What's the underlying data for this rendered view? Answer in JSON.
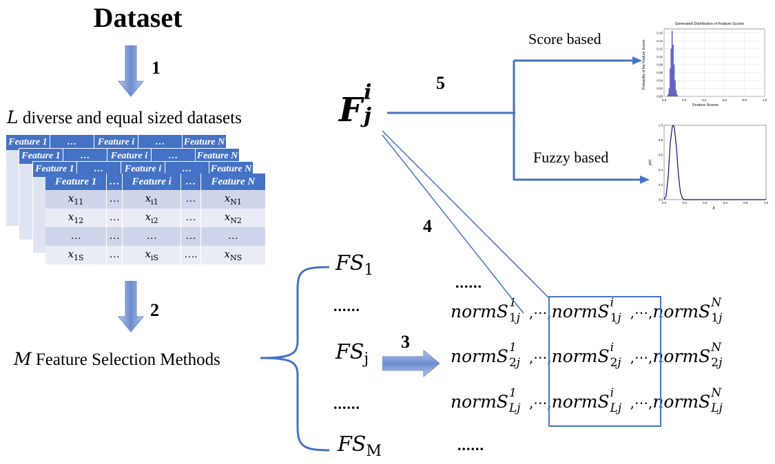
{
  "title": "Dataset",
  "steps": {
    "s1": "1",
    "s2": "2",
    "s3": "3",
    "s4": "4",
    "s5": "5"
  },
  "labels": {
    "l_datasets_var": "L",
    "l_datasets_text": "diverse and equal sized datasets",
    "m_methods_var": "M",
    "m_methods_text": "Feature Selection Methods",
    "score_based": "Score based",
    "fuzzy_based": "Fuzzy based"
  },
  "table": {
    "headers": [
      "Feature 1",
      "…",
      "Feature i",
      "…",
      "Feature N"
    ],
    "rows": [
      [
        [
          "x",
          "11"
        ],
        [
          "…",
          ""
        ],
        [
          "x",
          "i1"
        ],
        [
          "…",
          ""
        ],
        [
          "x",
          "N1"
        ]
      ],
      [
        [
          "x",
          "12"
        ],
        [
          "…",
          ""
        ],
        [
          "x",
          "i2"
        ],
        [
          "…",
          ""
        ],
        [
          "x",
          "N2"
        ]
      ],
      [
        [
          "…",
          ""
        ],
        [
          "…",
          ""
        ],
        [
          "…",
          ""
        ],
        [
          "…",
          ""
        ],
        [
          "…",
          ""
        ]
      ],
      [
        [
          "x",
          "1S"
        ],
        [
          "…",
          ""
        ],
        [
          "x",
          "iS"
        ],
        [
          "….",
          ""
        ],
        [
          "x",
          "NS"
        ]
      ]
    ]
  },
  "fj": {
    "base": "F",
    "sup": "i",
    "sub": "j"
  },
  "fs": {
    "fs1": {
      "base": "FS",
      "sub": "1"
    },
    "fsj": {
      "base": "FS",
      "sub": "j"
    },
    "fsm": {
      "base": "FS",
      "sub": "M"
    },
    "dots": "......"
  },
  "norm": {
    "dots": "......",
    "rows": [
      {
        "row": "1"
      },
      {
        "row": "2"
      },
      {
        "row": "L"
      }
    ],
    "base": "normS",
    "sub_suffix": "j",
    "sups": [
      "1",
      "i",
      "N"
    ],
    "sep": ",⋯,"
  },
  "score_chart": {
    "title": "Generated Distribution of Feature Scores",
    "xlabel": "Feature Scores",
    "ylabel": "Probability of the Feature Scores",
    "yticks": [
      "0.00",
      "0.02",
      "0.04",
      "0.06",
      "0.08",
      "0.10",
      "0.12",
      "0.14",
      "0.16"
    ],
    "xticks": [
      "0.0",
      "0.2",
      "0.4",
      "0.6",
      "0.8",
      "1.0"
    ],
    "bar_color": "#6a6ad0"
  },
  "fuzzy_chart": {
    "xlabel": "x",
    "ylabel": "μ(x)",
    "yticks": [
      "0.0",
      "0.2",
      "0.4",
      "0.6",
      "0.8",
      "1.0"
    ],
    "xticks": [
      "0.0",
      "0.2",
      "0.4",
      "0.6",
      "0.8",
      "1.0"
    ],
    "line_color": "#0a0a6a"
  },
  "chart_data": [
    {
      "type": "bar",
      "title": "Generated Distribution of Feature Scores",
      "xlabel": "Feature Scores",
      "ylabel": "Probability of the Feature Scores",
      "xlim": [
        0.0,
        1.0
      ],
      "ylim": [
        0.0,
        0.17
      ],
      "x": [
        0.04,
        0.05,
        0.06,
        0.07,
        0.08,
        0.09,
        0.1,
        0.11,
        0.12,
        0.13
      ],
      "values": [
        0.005,
        0.02,
        0.07,
        0.12,
        0.165,
        0.13,
        0.08,
        0.04,
        0.015,
        0.004
      ]
    },
    {
      "type": "line",
      "xlabel": "x",
      "ylabel": "μ(x)",
      "xlim": [
        0.0,
        1.0
      ],
      "ylim": [
        0.0,
        1.0
      ],
      "x": [
        0.0,
        0.02,
        0.04,
        0.06,
        0.08,
        0.09,
        0.1,
        0.12,
        0.14,
        0.16,
        0.18,
        0.2,
        0.25,
        1.0
      ],
      "values": [
        0.0,
        0.05,
        0.3,
        0.75,
        0.98,
        1.0,
        0.97,
        0.72,
        0.35,
        0.1,
        0.02,
        0.0,
        0.0,
        0.0
      ]
    }
  ]
}
